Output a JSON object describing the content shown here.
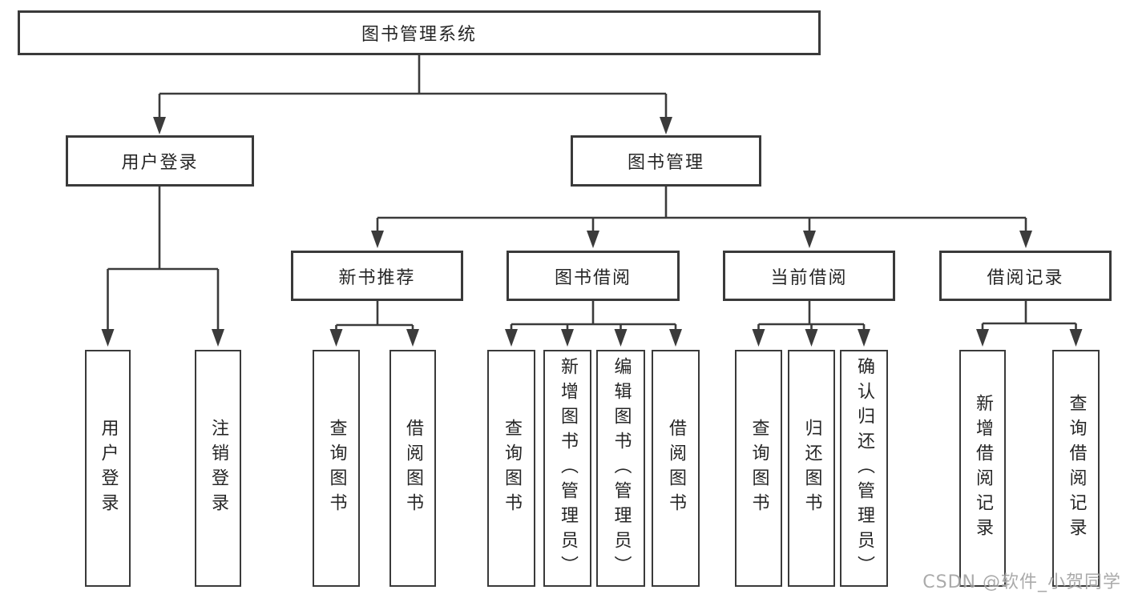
{
  "title": "图书管理系统",
  "level1": [
    {
      "label": "用户登录"
    },
    {
      "label": "图书管理"
    }
  ],
  "level2": [
    {
      "label": "新书推荐"
    },
    {
      "label": "图书借阅"
    },
    {
      "label": "当前借阅"
    },
    {
      "label": "借阅记录"
    }
  ],
  "leaves": {
    "user_login": [
      {
        "label": "用户登录"
      },
      {
        "label": "注销登录"
      }
    ],
    "new_book": [
      {
        "label": "查询图书"
      },
      {
        "label": "借阅图书"
      }
    ],
    "book_borrow": [
      {
        "label": "查询图书"
      },
      {
        "label": "新增图书（管理员）"
      },
      {
        "label": "编辑图书（管理员）"
      },
      {
        "label": "借阅图书"
      }
    ],
    "current_borrow": [
      {
        "label": "查询图书"
      },
      {
        "label": "归还图书"
      },
      {
        "label": "确认归还（管理员）"
      }
    ],
    "borrow_record": [
      {
        "label": "新增借阅记录"
      },
      {
        "label": "查询借阅记录"
      }
    ]
  },
  "watermark": "CSDN @软件_小贺同学",
  "colors": {
    "line": "#3b3b3b",
    "border": "#3a3a3a",
    "text": "#262626",
    "watermark_text": "#9c9c9c",
    "background": "#ffffff"
  }
}
